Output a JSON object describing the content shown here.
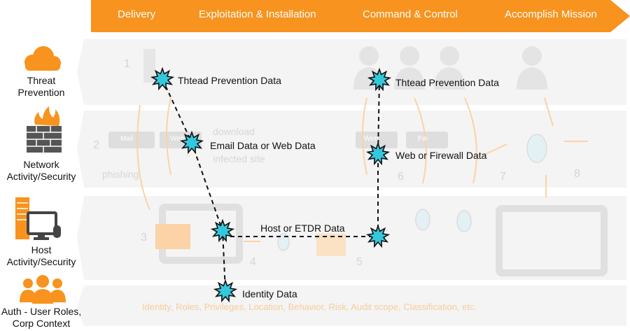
{
  "phases": [
    "Delivery",
    "Exploitation & Installation",
    "Command & Control",
    "Accomplish Mission"
  ],
  "left_labels": {
    "threat": "Threat\nPrevention",
    "network": "Network\nActivity/Security",
    "host": "Host\nActivity/Security",
    "auth": "Auth - User Roles,\nCorp Context"
  },
  "step_numbers": [
    "1",
    "2",
    "3",
    "4",
    "5",
    "6",
    "7",
    "8"
  ],
  "ghost_text": {
    "mail": "Mail",
    "web": "Web",
    "fw": "Fw",
    "download": "download",
    "infected_site": "infected site",
    "phishing": "phishing"
  },
  "callouts": {
    "threat_left": "Thtead Prevention Data",
    "email_web": "Email Data or Web Data",
    "threat_right": "Thtead Prevention Data",
    "web_firewall": "Web or Firewall Data",
    "host_etdr": "Host or ETDR Data",
    "identity": "Identity Data"
  },
  "context_line": "Identity,  Roles,  Privileges,  Location,  Behavior,  Risk,  Audit scope,  Classification,  etc.",
  "colors": {
    "orange": "#f7931e",
    "faint_orange": "#fbd3a6",
    "star": "#35c8dd",
    "row_bg": "#f4f4f4",
    "ghost": "#d6d6d6"
  }
}
